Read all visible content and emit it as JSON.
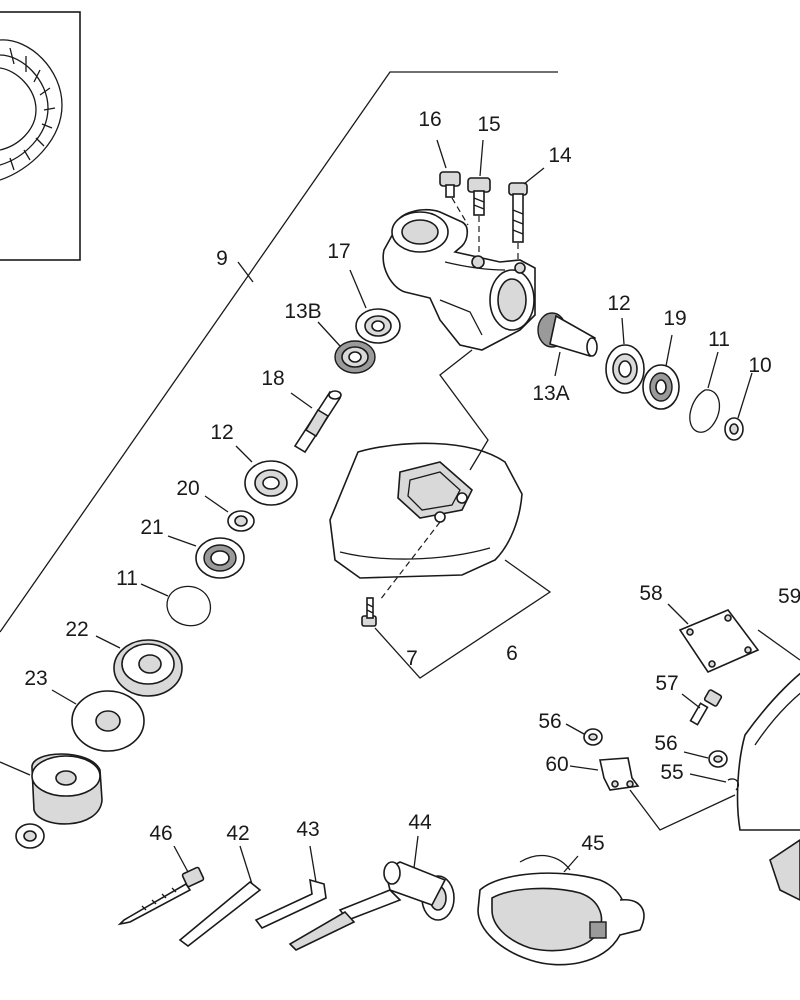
{
  "callouts": {
    "c9": "9",
    "c16": "16",
    "c15": "15",
    "c14": "14",
    "c17": "17",
    "c13b": "13B",
    "c12a": "12",
    "c19": "19",
    "c11a": "11",
    "c10": "10",
    "c13a": "13A",
    "c18": "18",
    "c12b": "12",
    "c20": "20",
    "c21": "21",
    "c11b": "11",
    "c22": "22",
    "c23": "23",
    "c7": "7",
    "c6": "6",
    "c58": "58",
    "c59": "59",
    "c57": "57",
    "c56a": "56",
    "c56b": "56",
    "c60": "60",
    "c55": "55",
    "c46": "46",
    "c42": "42",
    "c43": "43",
    "c44": "44",
    "c45": "45"
  }
}
